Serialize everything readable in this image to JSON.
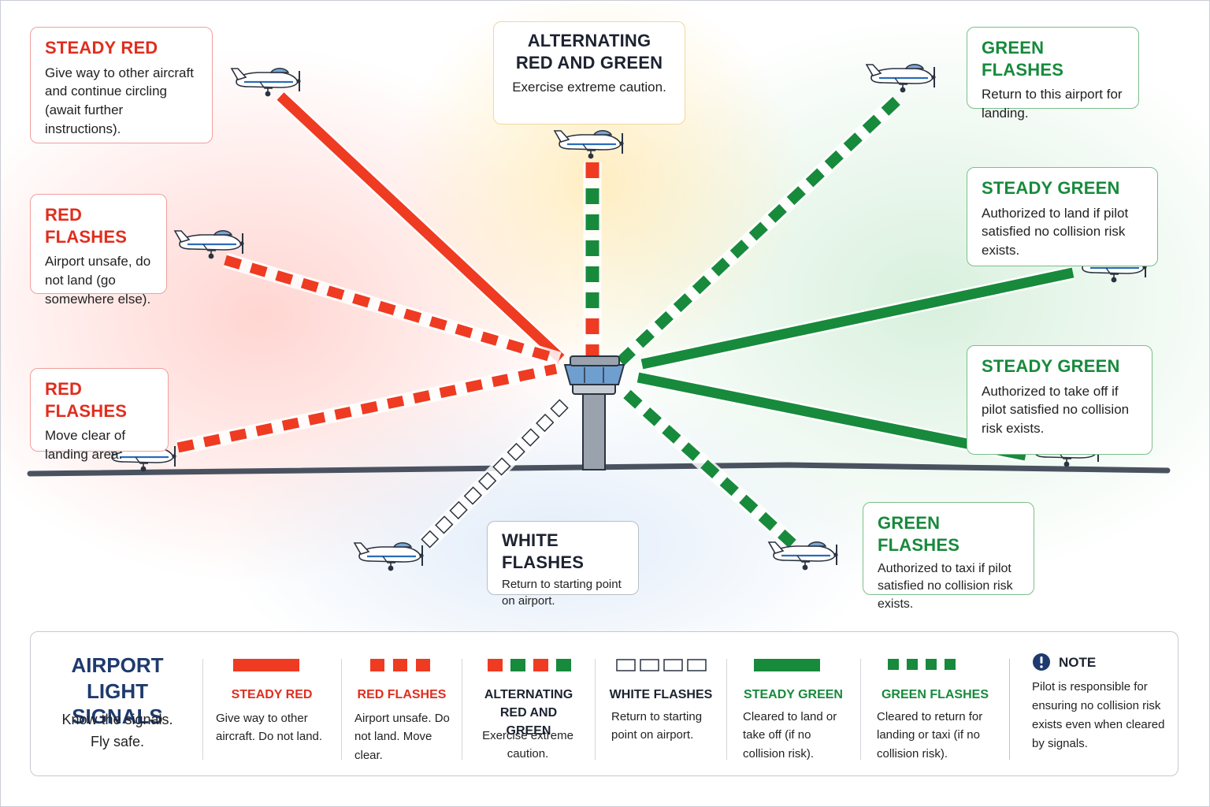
{
  "signals": {
    "steady_red_air": {
      "title": "STEADY RED",
      "desc": "Give way to other aircraft and continue circling (await further instructions)."
    },
    "red_flashes_air": {
      "title": "RED FLASHES",
      "desc": "Airport unsafe, do not land (go somewhere else)."
    },
    "red_flashes_ground": {
      "title": "RED FLASHES",
      "desc": "Move clear of landing area."
    },
    "alternating": {
      "title": "ALTERNATING RED AND GREEN",
      "desc": "Exercise extreme caution."
    },
    "white_flashes": {
      "title": "WHITE FLASHES",
      "desc": "Return to starting point on airport."
    },
    "green_flashes_air": {
      "title": "GREEN FLASHES",
      "desc": "Return to this airport for landing."
    },
    "steady_green_air": {
      "title": "STEADY GREEN",
      "desc": "Authorized to land if pilot satisfied no collision risk exists."
    },
    "steady_green_ground": {
      "title": "STEADY GREEN",
      "desc": "Authorized to take off if pilot satisfied no collision risk exists."
    },
    "green_flashes_ground": {
      "title": "GREEN FLASHES",
      "desc": "Authorized to taxi if pilot satisfied no collision risk exists."
    }
  },
  "legend": {
    "title": "AIRPORT LIGHT SIGNALS",
    "tagline": "Know the signals. Fly safe.",
    "items": [
      {
        "title": "STEADY RED",
        "desc": "Give way to other aircraft. Do not land."
      },
      {
        "title": "RED FLASHES",
        "desc": "Airport unsafe. Do not land. Move clear."
      },
      {
        "title": "ALTERNATING RED AND GREEN",
        "desc": "Exercise extreme caution."
      },
      {
        "title": "WHITE FLASHES",
        "desc": "Return to starting point on airport."
      },
      {
        "title": "STEADY GREEN",
        "desc": "Cleared to land or take off (if no collision risk)."
      },
      {
        "title": "GREEN FLASHES",
        "desc": "Cleared to return for landing or taxi (if no collision risk)."
      }
    ],
    "note": {
      "title": "NOTE",
      "desc": "Pilot is responsible for ensuring no collision risk exists even when cleared by signals."
    }
  },
  "colors": {
    "red": "#ee3b22",
    "green": "#178a3c",
    "white": "#ffffff",
    "navy": "#1e3a6e",
    "tower": "#9aa3ad",
    "ground": "#4a5260"
  },
  "icons": {
    "aircraft": "airplane-icon",
    "tower": "control-tower-icon",
    "note": "exclamation-circle-icon"
  }
}
